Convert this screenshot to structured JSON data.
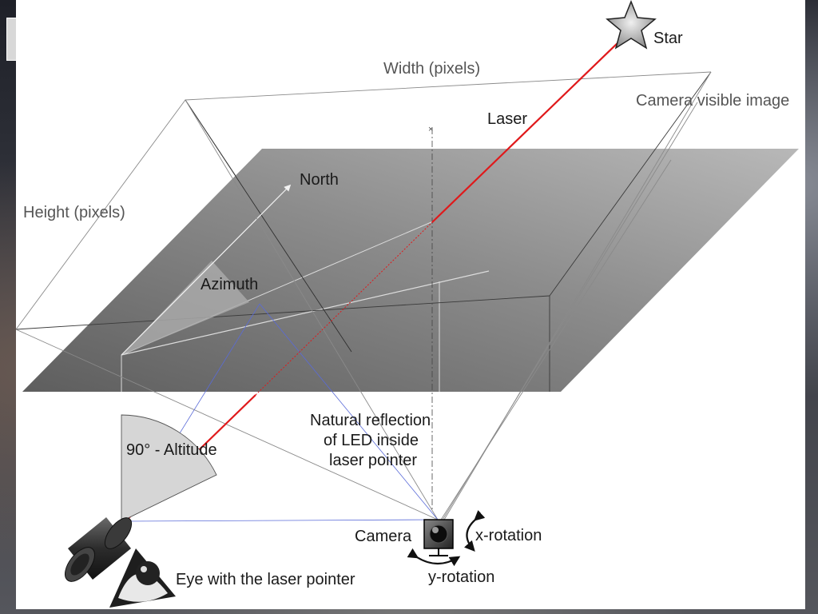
{
  "slide": {
    "labels": {
      "star": "Star",
      "width": "Width (pixels)",
      "camera_visible_image": "Camera visible image",
      "laser": "Laser",
      "north": "North",
      "height": "Height (pixels)",
      "azimuth": "Azimuth",
      "altitude": "90° - Altitude",
      "reflection_line1": "Natural reflection",
      "reflection_line2": "of LED inside",
      "reflection_line3": "laser pointer",
      "camera": "Camera",
      "x_rotation": "x-rotation",
      "y_rotation": "y-rotation",
      "eye": "Eye with the laser pointer"
    }
  },
  "colors": {
    "laser": "#e0191b",
    "plane_dark": "#5f5f5f",
    "plane_light": "#b5b5b5",
    "frustum_lines": "#8a8a8a",
    "reflection_rays": "#5a6bd8"
  },
  "icons": {
    "star": "star-icon",
    "camera": "camera-icon",
    "laser_pointer": "laser-pointer-icon",
    "eye": "eye-icon"
  }
}
